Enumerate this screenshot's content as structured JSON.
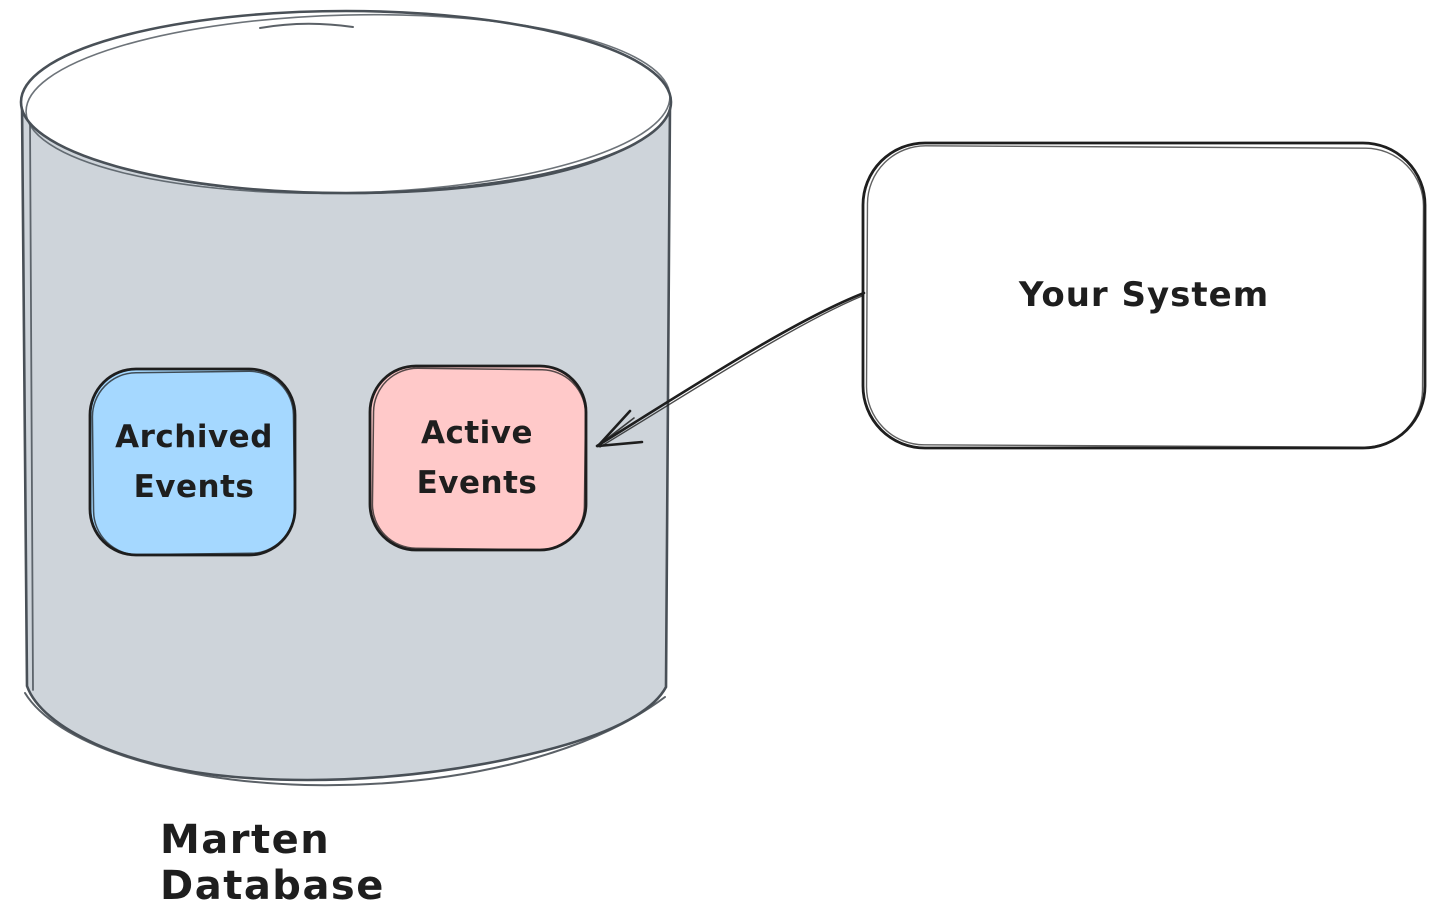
{
  "diagram": {
    "background": "#ffffff",
    "text_color": "#1e1e1e",
    "database": {
      "label": "Marten Database",
      "cylinder_fill": "#ced4da",
      "cylinder_stroke": "#495057",
      "top_fill": "#ffffff"
    },
    "nodes": {
      "archived_events": {
        "label": "Archived Events",
        "fill": "#a5d8ff",
        "stroke": "#1e1e1e"
      },
      "active_events": {
        "label": "Active Events",
        "fill": "#ffc9c9",
        "stroke": "#1e1e1e"
      },
      "your_system": {
        "label": "Your System",
        "fill": "#ffffff",
        "stroke": "#1e1e1e"
      }
    },
    "arrow": {
      "from": "Your System",
      "to": "Active Events",
      "stroke": "#1e1e1e"
    }
  }
}
